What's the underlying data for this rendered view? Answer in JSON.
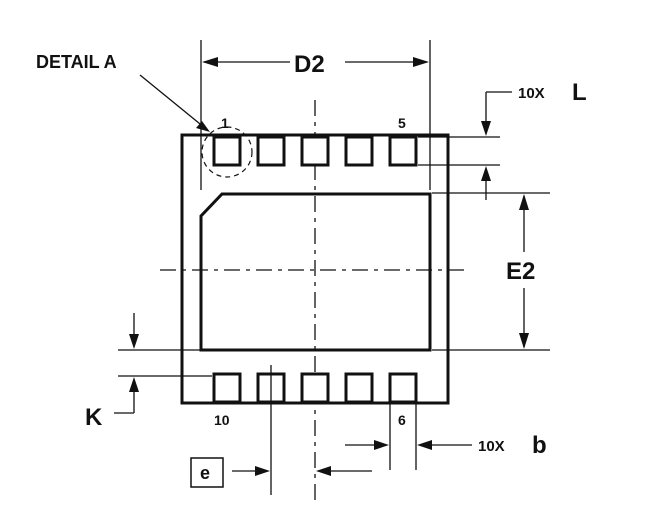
{
  "labels": {
    "detail": "DETAIL A",
    "d2": "D2",
    "e2": "E2",
    "count_l_prefix": "10X",
    "l": "L",
    "count_b_prefix": "10X",
    "b": "b",
    "k": "K",
    "e": "e"
  },
  "pins": {
    "top_first": "1",
    "top_last": "5",
    "bottom_first": "10",
    "bottom_last": "6"
  }
}
